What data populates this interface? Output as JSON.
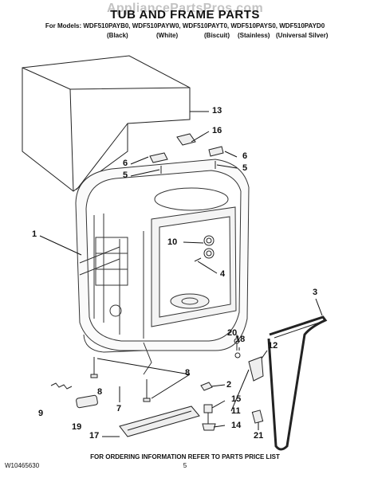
{
  "watermark": "AppliancePartsPros.com",
  "header": {
    "title": "TUB AND FRAME PARTS",
    "models": "For Models: WDF510PAYB0, WDF510PAYW0, WDF510PAYT0, WDF510PAYS0, WDF510PAYD0",
    "colors": [
      "(Black)",
      "(White)",
      "(Biscuit)",
      "(Stainless)",
      "(Universal Silver)"
    ]
  },
  "callouts": [
    "13",
    "16",
    "6",
    "5",
    "6",
    "5",
    "1",
    "10",
    "4",
    "3",
    "20",
    "18",
    "12",
    "2",
    "8",
    "15",
    "11",
    "14",
    "9",
    "19",
    "7",
    "8",
    "17",
    "21"
  ],
  "footer": {
    "doc_number": "W10465630",
    "notice": "FOR ORDERING INFORMATION REFER TO PARTS PRICE LIST",
    "page": "5"
  }
}
